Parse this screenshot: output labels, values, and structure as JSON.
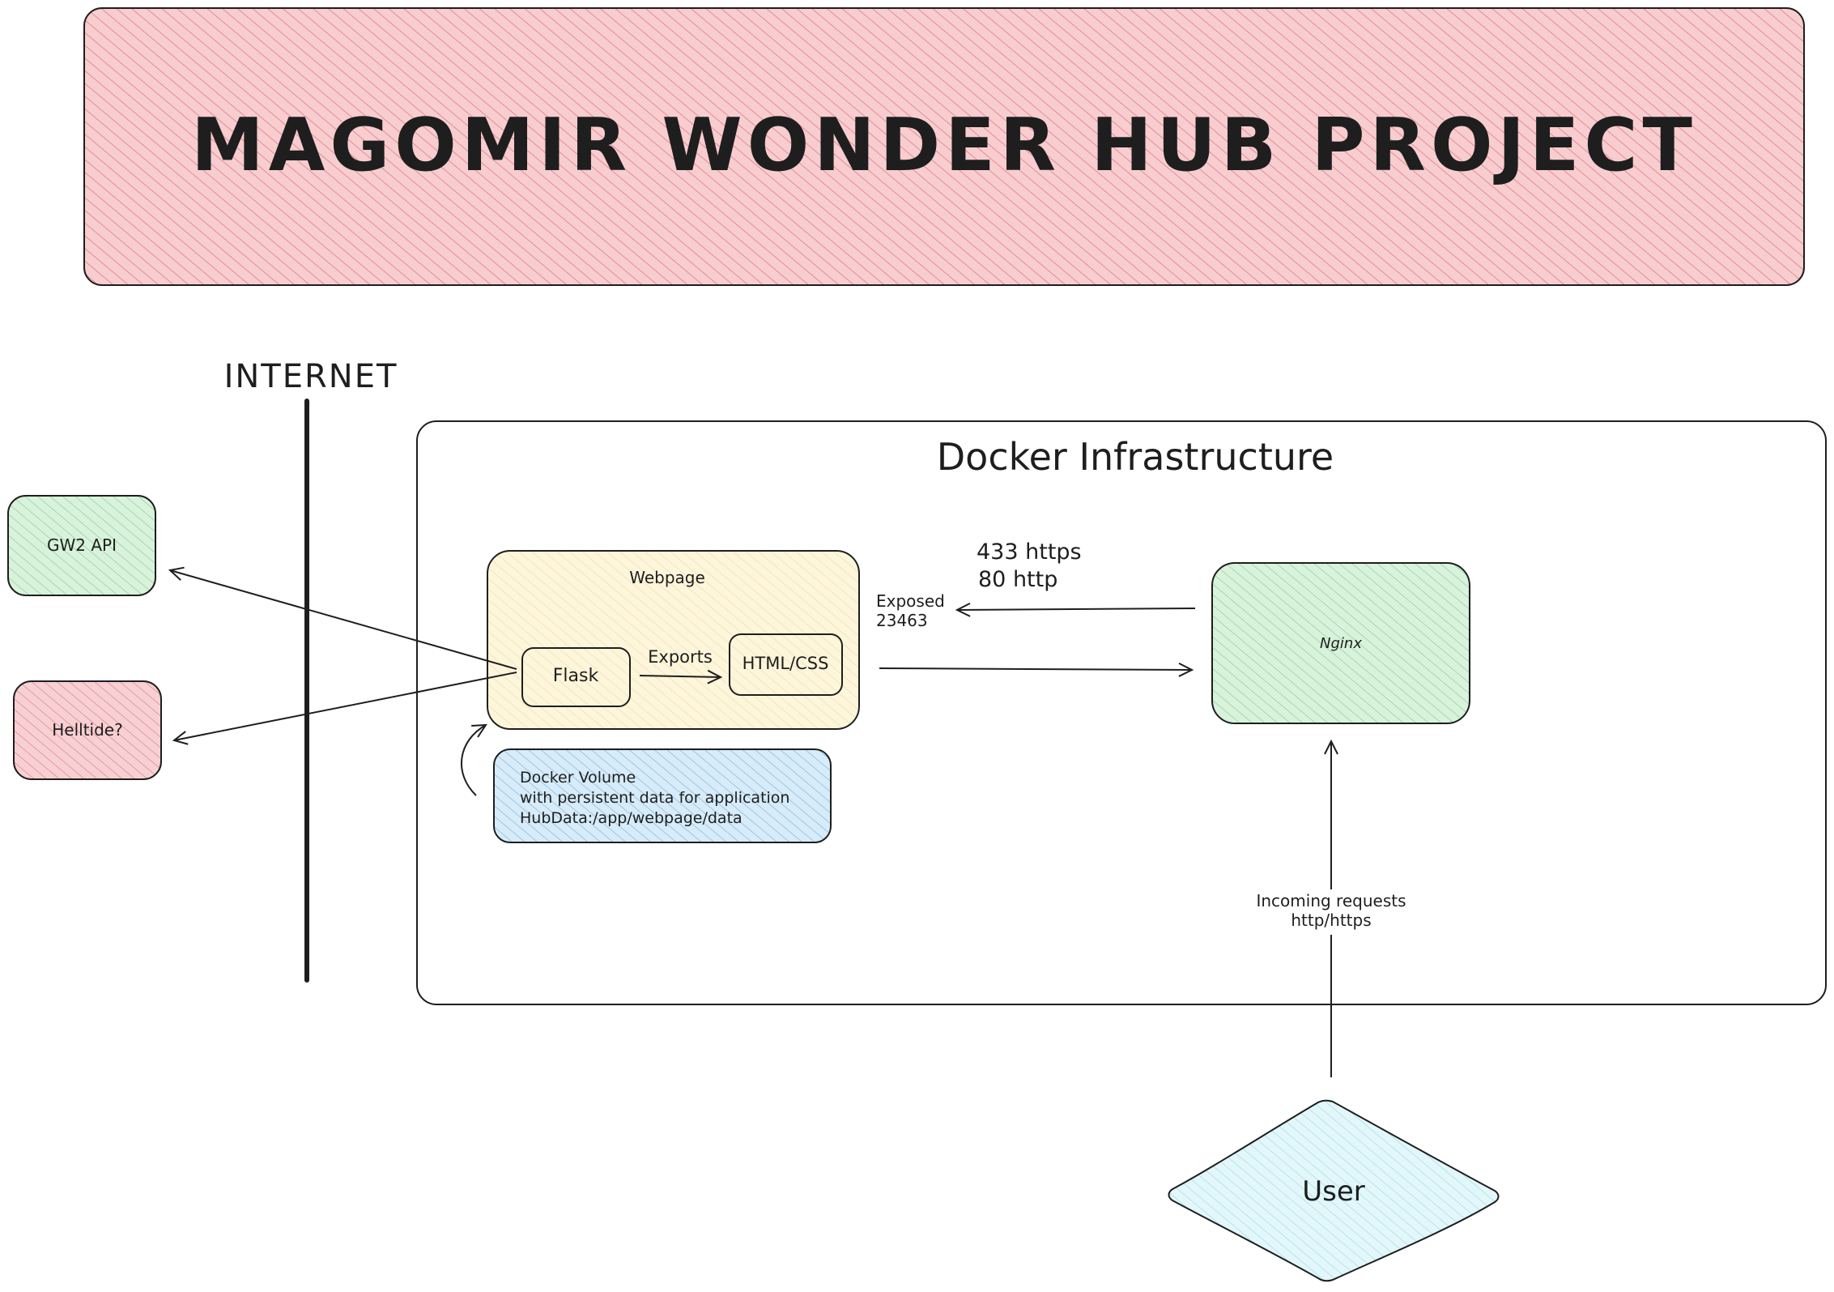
{
  "title": "MAGOMIR WONDER HUB PROJECT",
  "internet_label": "INTERNET",
  "docker": {
    "label": "Docker Infrastructure",
    "webpage_label": "Webpage",
    "flask": "Flask",
    "exports": "Exports",
    "htmlcss": "HTML/CSS",
    "exposed": "Exposed",
    "exposed_port": "23463",
    "ports_https": "433 https",
    "ports_http": "80 http",
    "nginx": "Nginx",
    "volume_line1": "Docker Volume",
    "volume_line2": "with persistent data for application",
    "volume_line3": "HubData:/app/webpage/data"
  },
  "external": {
    "gw2": "GW2 API",
    "helltide": "Helltide?"
  },
  "user": {
    "label": "User",
    "incoming_line1": "Incoming requests",
    "incoming_line2": "http/https"
  },
  "colors": {
    "title_fill": "#f5c2c5",
    "title_hatch": "#e8858d",
    "green_fill": "#d3f0d6",
    "green_hatch": "#7cc98a",
    "red_fill": "#f5c8cb",
    "red_hatch": "#e8858d",
    "yellow_fill": "#fdf4d6",
    "yellow_hatch": "#f0d98a",
    "blue_fill": "#d3e9f8",
    "blue_hatch": "#6fb4e0",
    "cyan_fill": "#dff6f9",
    "cyan_hatch": "#89d6e3",
    "stroke": "#1e1e1e"
  }
}
